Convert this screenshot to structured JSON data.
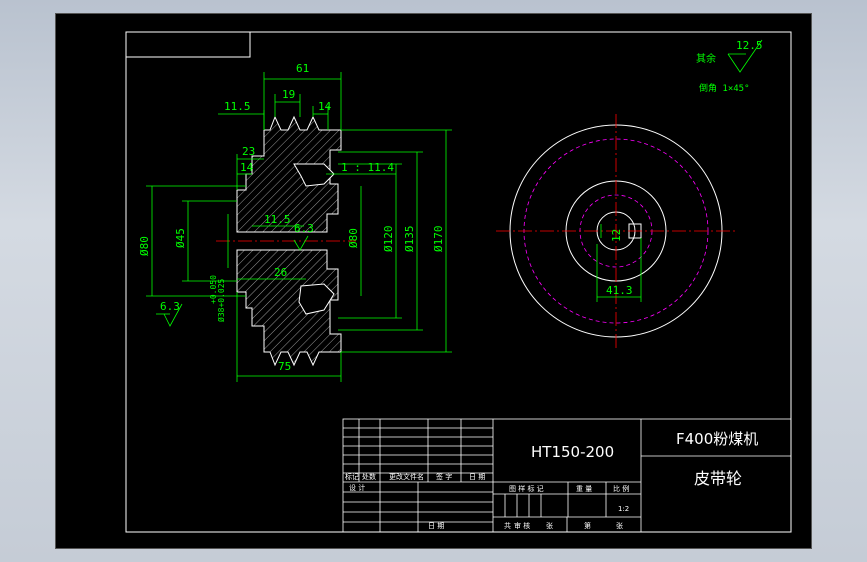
{
  "dimensions": {
    "width_61": "61",
    "d19": "19",
    "d14_top": "14",
    "d11_5_top": "11.5",
    "d23": "23",
    "d14_mid": "14",
    "d11_5_mid": "11.5",
    "ratio": "1 : 11.4",
    "d26": "26",
    "d75": "75",
    "dia80_left": "Ø80",
    "dia45": "Ø45",
    "dia80_right": "Ø80",
    "dia120": "Ø120",
    "dia135": "Ø135",
    "dia170": "Ø170",
    "tol_upper": "+0.050",
    "tol_lower": "Ø38+0.025",
    "rough_6_3_left": "6.3",
    "rough_6_3_inner": "6.3",
    "keyway_12": "12",
    "keyway_41_3": "41.3"
  },
  "notes": {
    "rest_label": "其余",
    "rest_roughness": "12.5",
    "chamfer_note": "倒角 1×45°"
  },
  "title_block": {
    "material": "HT150-200",
    "project": "F400粉煤机",
    "part_name": "皮带轮",
    "scale_value": "1:2",
    "h_mark": "标记",
    "h_count": "处数",
    "h_doc": "更改文件名",
    "h_sign": "签 字",
    "h_date": "日 期",
    "h_design": "设 计",
    "h_stage": "图 样 标 记",
    "h_weight": "重 量",
    "h_scale": "比 例",
    "h_review": "审 核",
    "h_date2": "日 期",
    "h_sheet": "共",
    "h_sheet2": "张",
    "h_sheet3": "第",
    "h_sheet4": "张"
  },
  "colors": {
    "background": "#000000",
    "outline": "#ffffff",
    "dimension": "#00ff00",
    "centerline": "#ff0000",
    "hidden": "#ff00ff"
  }
}
